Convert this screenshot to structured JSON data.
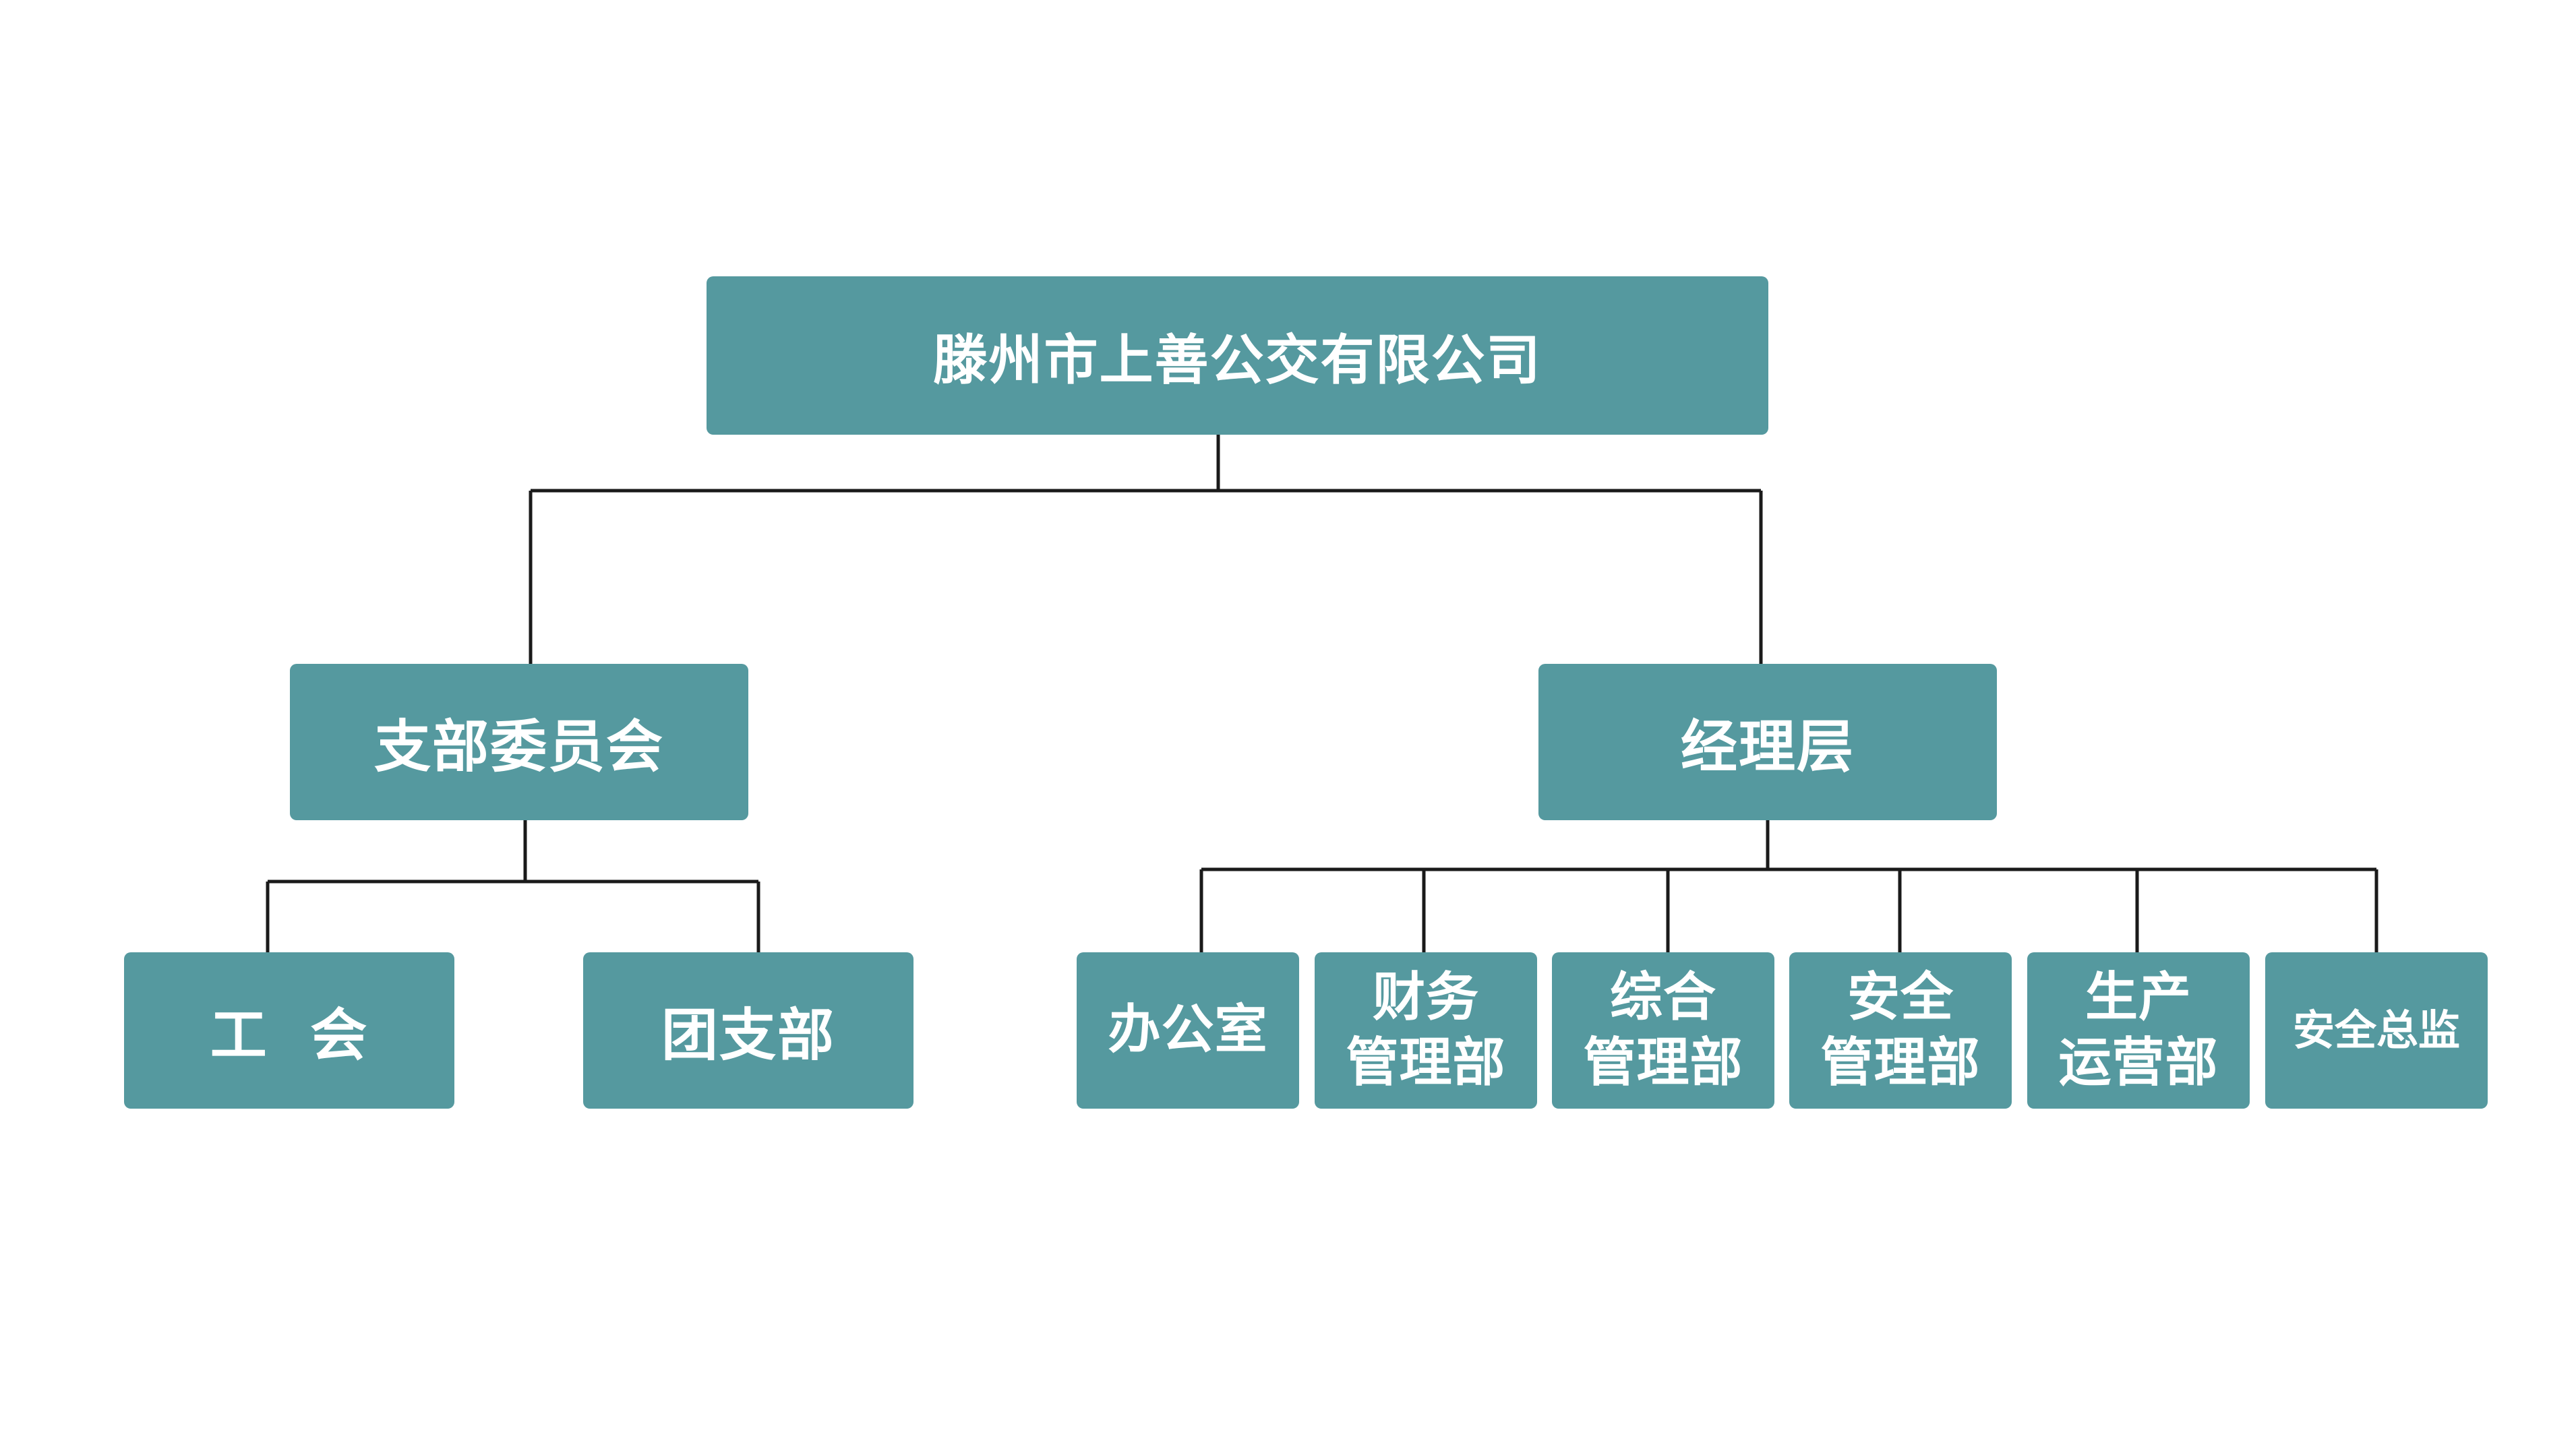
{
  "root": {
    "label": "滕州市上善公交有限公司"
  },
  "branch_committee": {
    "label": "支部委员会",
    "children": [
      {
        "label": "工  会"
      },
      {
        "label": "团支部"
      }
    ]
  },
  "management": {
    "label": "经理层",
    "departments": [
      {
        "label": "办公室"
      },
      {
        "label": "财务\n管理部"
      },
      {
        "label": "综合\n管理部"
      },
      {
        "label": "安全\n管理部"
      },
      {
        "label": "生产\n运营部"
      },
      {
        "label": "安全总监"
      }
    ]
  },
  "colors": {
    "node_fill": "#55999f",
    "node_text": "#ffffff",
    "connector": "#1a1a1a"
  }
}
